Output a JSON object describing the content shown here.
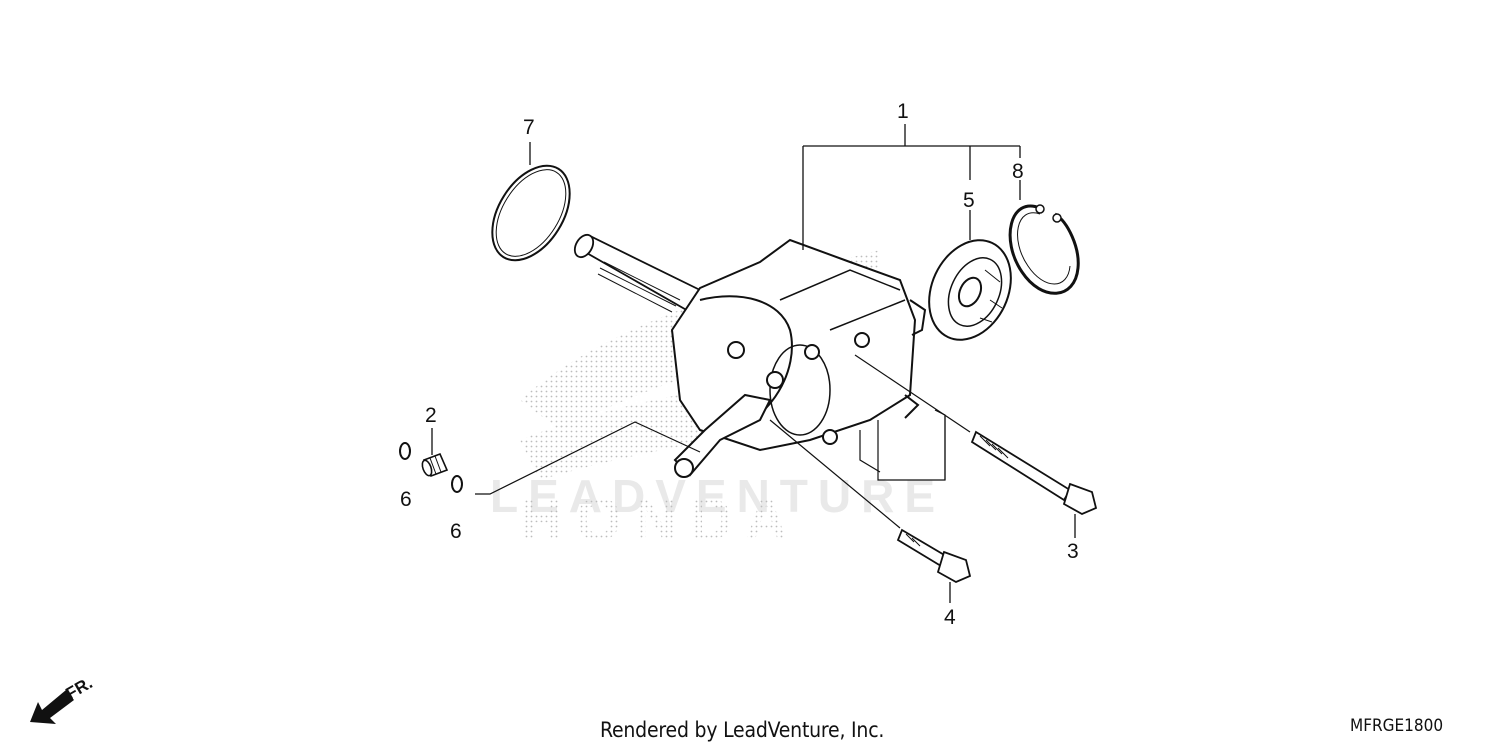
{
  "watermark": {
    "brand": "LEADVENTURE",
    "maker": "HONDA"
  },
  "callouts": [
    "1",
    "2",
    "3",
    "4",
    "5",
    "6",
    "6",
    "7",
    "8"
  ],
  "direction": {
    "label": "FR.",
    "icon": "arrow-icon"
  },
  "footer": {
    "credit": "Rendered by LeadVenture, Inc.",
    "diagram_code": "MFRGE1800"
  }
}
